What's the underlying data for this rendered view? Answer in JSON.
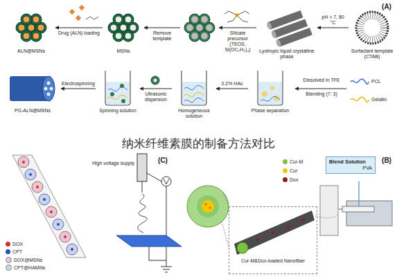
{
  "diagram": {
    "title": "纳米纤维素膜的制备方法对比",
    "nodes": [
      {
        "text": [
          "Surfactant template (CTAB)"
        ]
      },
      {
        "text": [
          "Lyotropic liquid crystalline phase"
        ]
      },
      {
        "text": []
      },
      {
        "text": [
          "MSNs"
        ]
      },
      {
        "text": [
          "ALN@MSNs"
        ]
      },
      {
        "text": [
          "Phase separation"
        ]
      },
      {
        "text": [
          "Homogeneous solution"
        ]
      },
      {
        "text": [
          "Spinning solution"
        ]
      },
      {
        "text": [
          "PG-ALN@MSNs"
        ]
      },
      {
        "text": [
          "Blend Solution",
          "PVA"
        ]
      },
      {
        "text": [
          "Cur-M&Dox-loaded Nanofiber"
        ]
      }
    ],
    "edges": [
      {
        "from": 0,
        "to": 1,
        "label": "pH > 7, 80 °C",
        "arrow": "to"
      },
      {
        "from": 1,
        "to": 2,
        "label": "Silicate precursor (TEOS, Si(OC₂H₅)₄)",
        "arrow": "to"
      },
      {
        "from": 2,
        "to": 3,
        "label": "Remove template",
        "arrow": "to"
      },
      {
        "from": 3,
        "to": 4,
        "label": "Drug (ALN) loading",
        "arrow": "to"
      },
      {
        "from": 5,
        "to": 6,
        "label": "0.2% HAc",
        "arrow": "to"
      },
      {
        "from": 6,
        "to": 7,
        "label": "Ultrasonic dispersion",
        "arrow": "to"
      },
      {
        "from": 7,
        "to": 8,
        "label": "Electrospinning",
        "arrow": "to"
      }
    ],
    "labels": [
      "(A)",
      "Dissolved in TFE",
      "Blending (7: 3)",
      "(C)",
      "High voltage supply",
      "(B)"
    ],
    "legend": [
      {
        "text": "PCL"
      },
      {
        "text": "Gelatin"
      },
      {
        "text": "DOX",
        "color": "#d2312d"
      },
      {
        "text": "CPT",
        "color": "#2b4fb3"
      },
      {
        "text": "DOX@MSNs"
      },
      {
        "text": "CPT@HAMNs"
      },
      {
        "text": "Cur-M",
        "color": "#7cc242"
      },
      {
        "text": "Cur",
        "color": "#f4c20d"
      },
      {
        "text": "Dox",
        "color": "#8b1a2b"
      }
    ]
  }
}
